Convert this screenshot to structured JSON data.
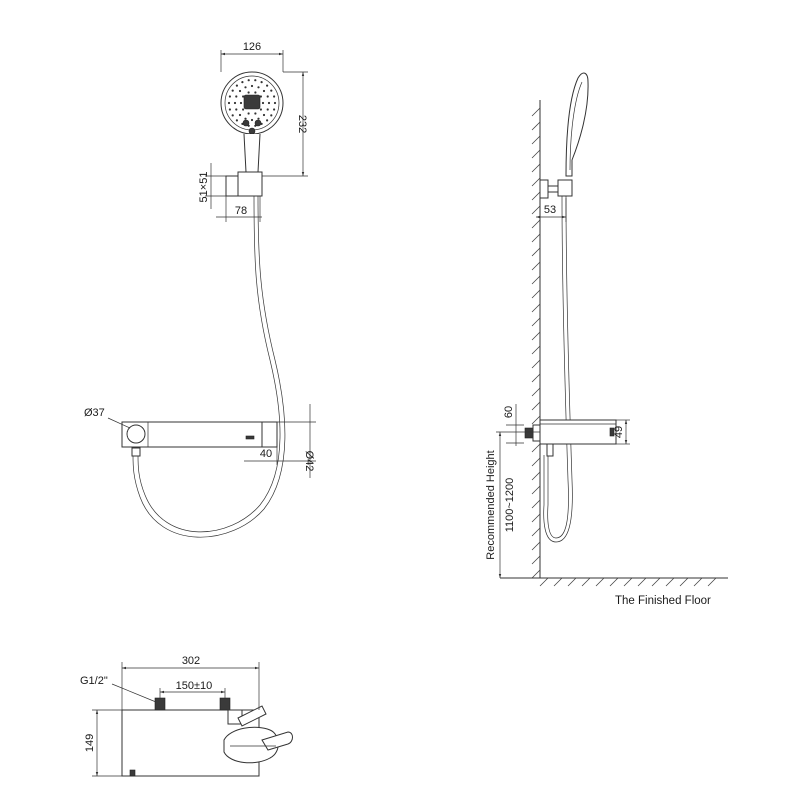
{
  "labels": {
    "head_width": "126",
    "head_height": "232",
    "bracket_size": "51×51",
    "bracket_offset": "78",
    "knob_diameter": "Ø37",
    "outlet_offset": "40",
    "outlet_diameter": "Ø42",
    "wall_offset": "53",
    "shelf_top": "60",
    "shelf_height": "49",
    "recommended_height_title": "Recommended Height",
    "recommended_height_value": "1100~1200",
    "floor": "The Finished Floor",
    "body_length": "302",
    "thread": "G1/2\"",
    "inlet_spacing": "150±10",
    "body_height": "149"
  },
  "colors": {
    "line": "#333333",
    "fill_dark": "#3a3a3a"
  }
}
